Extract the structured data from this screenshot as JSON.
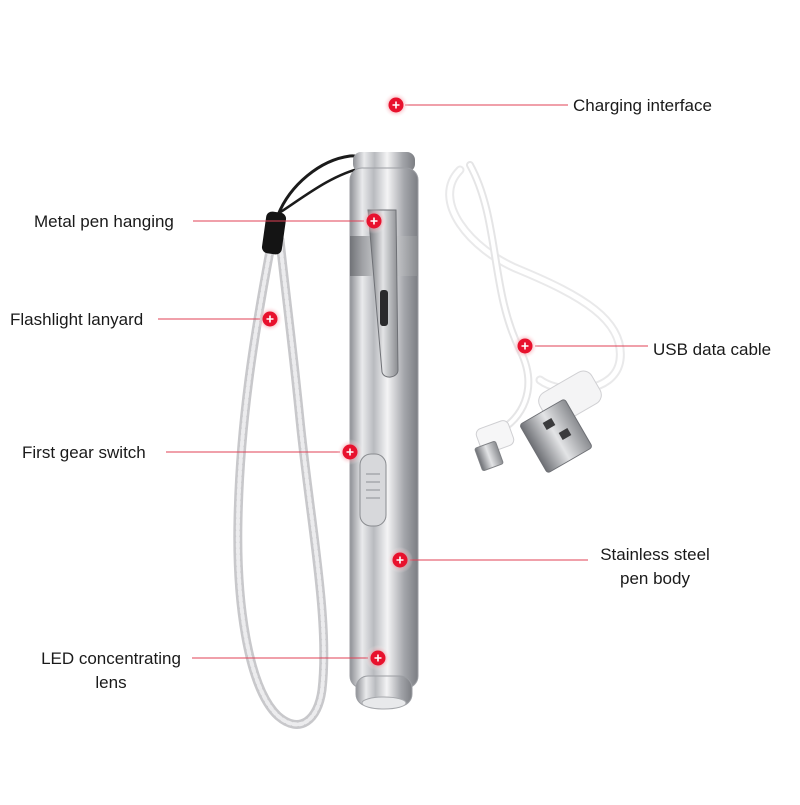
{
  "colors": {
    "marker": "#e8112d",
    "marker_glow": "#f59aa4",
    "leader_line": "#e04055",
    "steel": "#c9cbcf",
    "lanyard": "#d8d8da",
    "cable": "#f2f2f2"
  },
  "callouts": [
    {
      "id": "charging-interface",
      "lines": [
        "Charging interface"
      ]
    },
    {
      "id": "metal-pen-hanging",
      "lines": [
        "Metal pen hanging"
      ]
    },
    {
      "id": "flashlight-lanyard",
      "lines": [
        "Flashlight lanyard"
      ]
    },
    {
      "id": "usb-data-cable",
      "lines": [
        "USB data cable"
      ]
    },
    {
      "id": "first-gear-switch",
      "lines": [
        "First gear switch"
      ]
    },
    {
      "id": "stainless-steel-pen-body",
      "lines": [
        "Stainless steel",
        "pen body"
      ]
    },
    {
      "id": "led-concentrating-lens",
      "lines": [
        "LED concentrating",
        "lens"
      ]
    }
  ]
}
